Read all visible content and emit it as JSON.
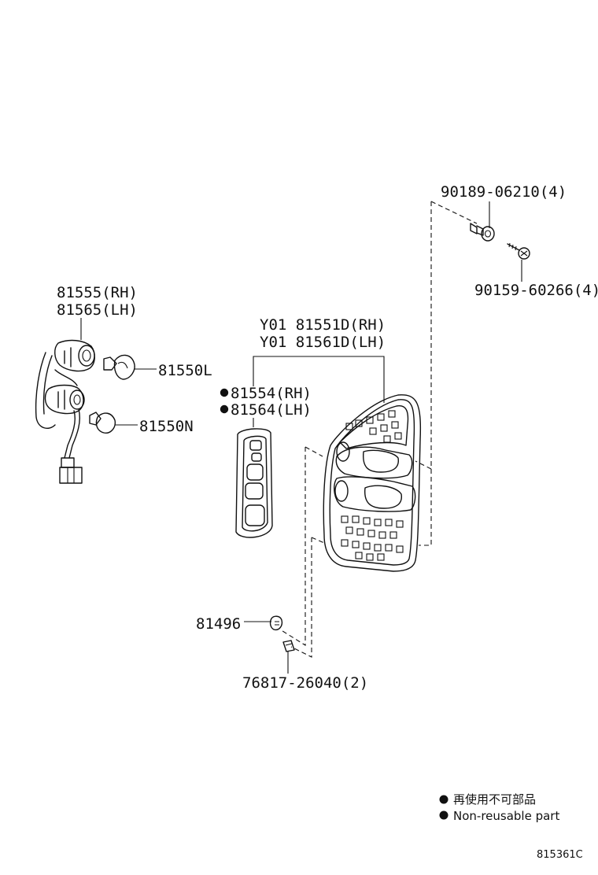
{
  "parts": {
    "socket_rh": "81555(RH)",
    "socket_lh": "81565(LH)",
    "bulb_l": "81550L",
    "bulb_n": "81550N",
    "lamp_rh": "Y01 81551D(RH)",
    "lamp_lh": "Y01 81561D(LH)",
    "gasket_rh": "81554(RH)",
    "gasket_lh": "81564(LH)",
    "nut_upper": "90189-06210(4)",
    "screw": "90159-60266(4)",
    "clip_81496": "81496",
    "clip_76817": "76817-26040(2)"
  },
  "legend": {
    "line1": "再使用不可部品",
    "line2": "Non-reusable part"
  },
  "diagram_code": "815361C"
}
